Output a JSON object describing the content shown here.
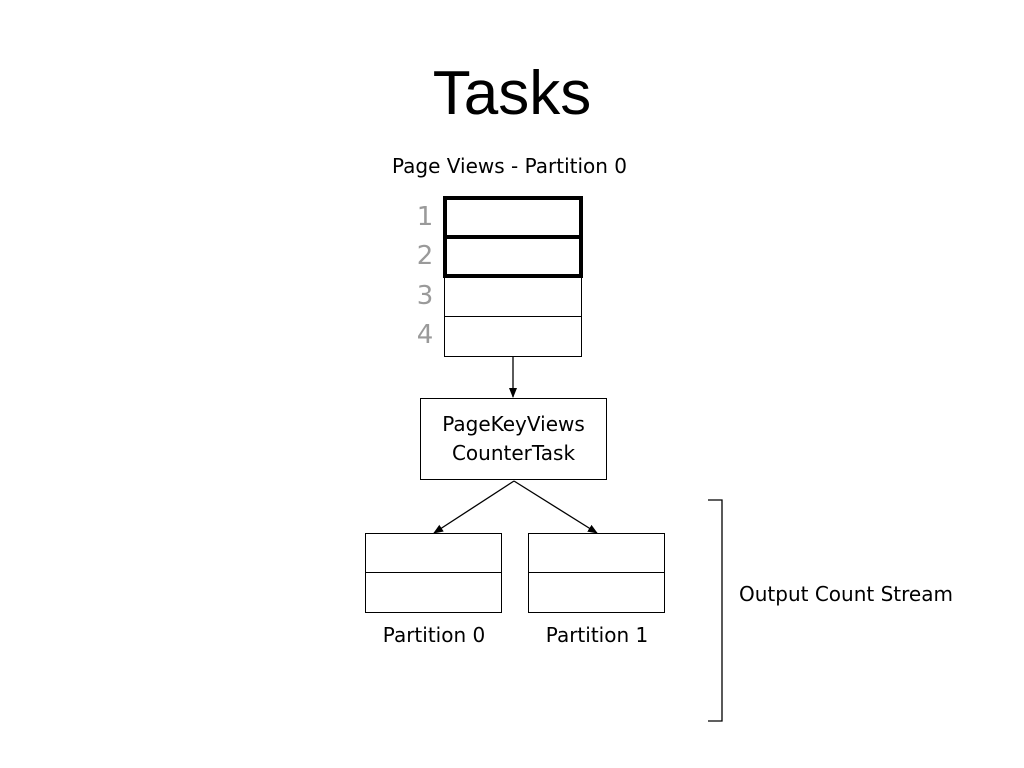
{
  "title": "Tasks",
  "input_stream": {
    "label": "Page Views - Partition 0",
    "rows": [
      {
        "number": "1",
        "highlighted": true
      },
      {
        "number": "2",
        "highlighted": true
      },
      {
        "number": "3",
        "highlighted": false
      },
      {
        "number": "4",
        "highlighted": false
      }
    ]
  },
  "task": {
    "line1": "PageKeyViews",
    "line2": "CounterTask"
  },
  "output_stream": {
    "label": "Output Count Stream",
    "partitions": [
      {
        "label": "Partition 0"
      },
      {
        "label": "Partition 1"
      }
    ]
  },
  "colors": {
    "row_number": "#9a9a9a",
    "stroke": "#000000",
    "background": "#ffffff"
  }
}
